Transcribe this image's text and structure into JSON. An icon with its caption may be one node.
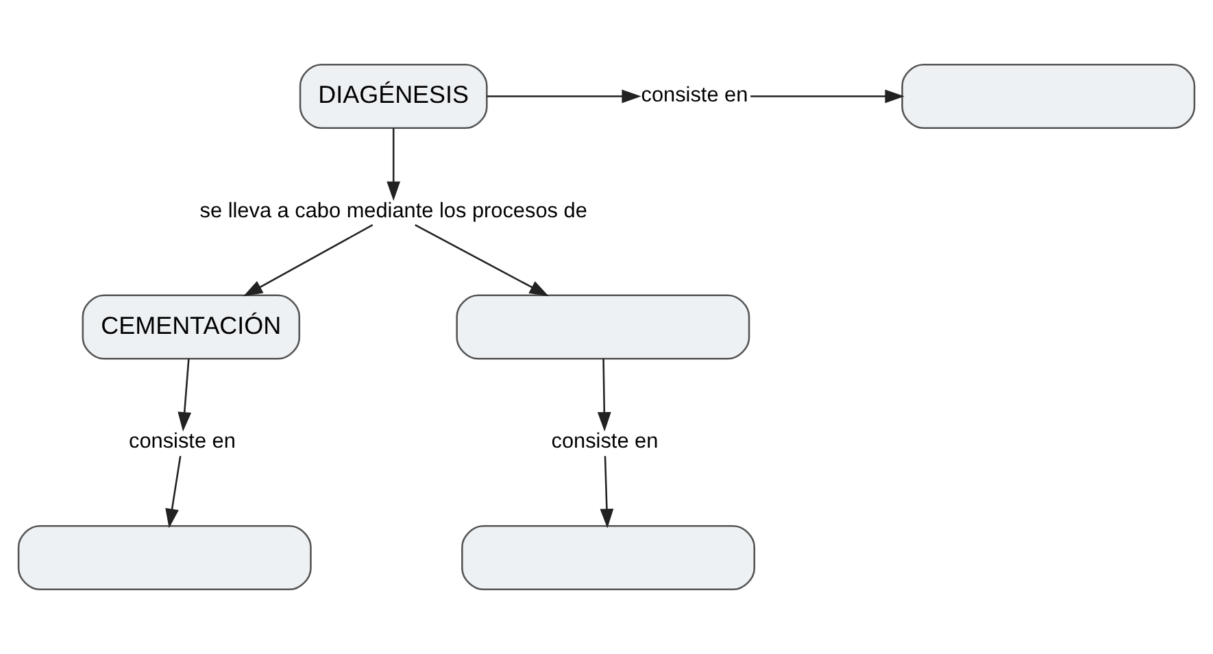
{
  "diagram": {
    "nodes": [
      {
        "text": [
          "DIAGÉNESIS"
        ]
      },
      {
        "text": [
          "consiste en"
        ]
      },
      {
        "text": [],
        "shape": "box"
      },
      {
        "text": [
          "se lleva a cabo mediante los procesos de"
        ]
      },
      {
        "text": [
          "CEMENTACIÓN"
        ]
      },
      {
        "text": [],
        "shape": "box"
      },
      {
        "text": [
          "consiste en"
        ]
      },
      {
        "text": [
          "consiste en"
        ]
      },
      {
        "text": [],
        "shape": "box"
      },
      {
        "text": [],
        "shape": "box"
      }
    ],
    "edges": [
      {
        "from": 0,
        "to": 1,
        "arrow": "to"
      },
      {
        "from": 1,
        "to": 2,
        "arrow": "to"
      },
      {
        "from": 0,
        "to": 3,
        "arrow": "to"
      },
      {
        "from": 3,
        "to": 4,
        "arrow": "to"
      },
      {
        "from": 3,
        "to": 5,
        "arrow": "to"
      },
      {
        "from": 4,
        "to": 6,
        "arrow": "to"
      },
      {
        "from": 6,
        "to": 8,
        "arrow": "to"
      },
      {
        "from": 5,
        "to": 7,
        "arrow": "to"
      },
      {
        "from": 7,
        "to": 9,
        "arrow": "to"
      }
    ]
  }
}
